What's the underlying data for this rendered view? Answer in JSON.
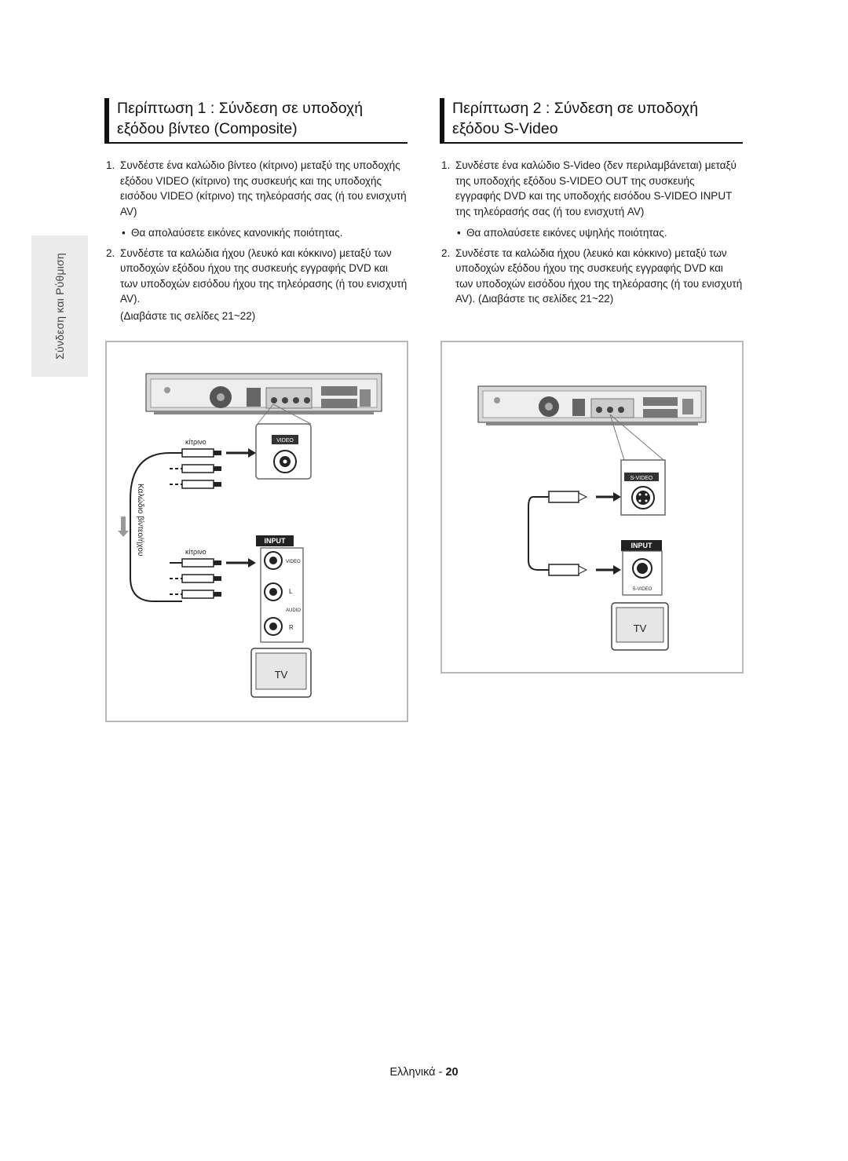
{
  "side_tab": "Σύνδεση και Ρύθμιση",
  "left": {
    "heading_line1": "Περίπτωση 1 : Σύνδεση σε υποδοχή",
    "heading_line2": "εξόδου βίντεο (Composite)",
    "step1_num": "1.",
    "step1_text": "Συνδέστε ένα καλώδιο βίντεο (κίτρινο) μεταξύ της υποδοχής εξόδου VIDEO (κίτρινο) της συσκευής και της υποδοχής εισόδου VIDEO (κίτρινο) της τηλεόρασής σας (ή του ενισχυτή AV)",
    "step1_bullet": "Θα απολαύσετε εικόνες κανονικής ποιότητας.",
    "step2_num": "2.",
    "step2_text": "Συνδέστε τα καλώδια ήχου (λευκό και κόκκινο) μεταξύ των υποδοχών εξόδου ήχου της συσκευής εγγραφής DVD και των υποδοχών εισόδου ήχου της τηλεόρασης (ή του ενισχυτή AV).",
    "step2_note": "(Διαβάστε τις σελίδες 21~22)"
  },
  "right": {
    "heading_line1": "Περίπτωση 2 : Σύνδεση σε υποδοχή",
    "heading_line2": "εξόδου S-Video",
    "step1_num": "1.",
    "step1_text": "Συνδέστε ένα καλώδιο S-Video (δεν περιλαμβάνεται) μεταξύ της υποδοχής εξόδου S-VIDEO OUT της συσκευής εγγραφής DVD και της υποδοχής εισόδου S-VIDEO INPUT της τηλεόρασής σας (ή του ενισχυτή AV)",
    "step1_bullet": "Θα απολαύσετε εικόνες υψηλής ποιότητας.",
    "step2_num": "2.",
    "step2_text": "Συνδέστε τα καλώδια ήχου (λευκό και κόκκινο) μεταξύ των υποδοχών εξόδου ήχου της συσκευής εγγραφής DVD και των υποδοχών εισόδου ήχου της τηλεόρασης (ή του ενισχυτή AV). (Διαβάστε τις σελίδες 21~22)"
  },
  "diagram_left": {
    "yellow_label_top": "κίτρινο",
    "yellow_label_bottom": "κίτρινο",
    "cable_label": "Καλώδιο βίντεο/ήχου",
    "video_port": "VIDEO",
    "input_badge": "INPUT",
    "input_video": "VIDEO",
    "input_l": "L",
    "input_audio": "AUDIO",
    "input_r": "R",
    "tv": "TV"
  },
  "diagram_right": {
    "svideo_port": "S-VIDEO",
    "input_badge": "INPUT",
    "input_svideo": "S-VIDEO",
    "tv": "TV"
  },
  "footer": {
    "lang": "Ελληνικά - ",
    "page": "20"
  }
}
